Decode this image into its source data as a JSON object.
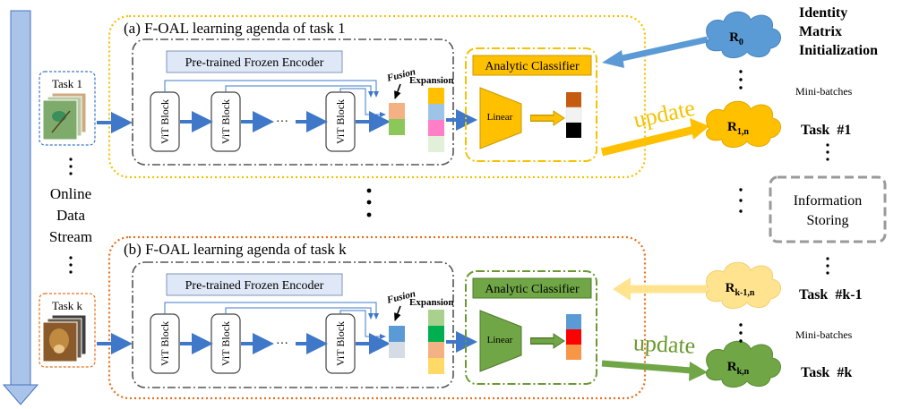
{
  "panel_a": {
    "title": "(a) F-OAL learning agenda of task 1"
  },
  "panel_b": {
    "title": "(b) F-OAL learning agenda of task k"
  },
  "encoder_label": "Pre-trained Frozen Encoder",
  "vit_block_label": "ViT Block",
  "ellipsis_h": "···",
  "fusion_label": "Fusion",
  "expansion_label": "Expansion",
  "classifier_label": "Analytic Classifier",
  "linear_label": "Linear",
  "update_label": "update",
  "stream_label": [
    "Online",
    "Data",
    "Stream"
  ],
  "tasks": {
    "first": "Task 1",
    "last": "Task k"
  },
  "right_column": {
    "identity_label": [
      "Identity",
      "Matrix",
      "Initialization"
    ],
    "minibatches_label": "Mini-batches",
    "task_1": "Task  #1",
    "task_k_minus_1": "Task  #k-1",
    "task_k": "Task  #k",
    "info_storing": [
      "Information",
      "Storing"
    ]
  },
  "clouds": {
    "r0": {
      "main": "R",
      "sub": "0"
    },
    "r1n": {
      "main": "R",
      "sub": "1,n"
    },
    "rk1n": {
      "main": "R",
      "sub": "k-1,n"
    },
    "rkn": {
      "main": "R",
      "sub": "k,n"
    }
  },
  "colors": {
    "stream_arrow": "#a9c4e8",
    "blue_arrow": "#3f78c8",
    "yellow": "#f6c200",
    "orange_panel": "#e8701a",
    "green": "#6a9a2f",
    "encoder_fill": "#dfe8f7",
    "cloud_blue": "#5b9bd5",
    "cloud_yellow": "#ffc000",
    "cloud_pale": "#ffe38f",
    "cloud_green": "#70a645"
  }
}
